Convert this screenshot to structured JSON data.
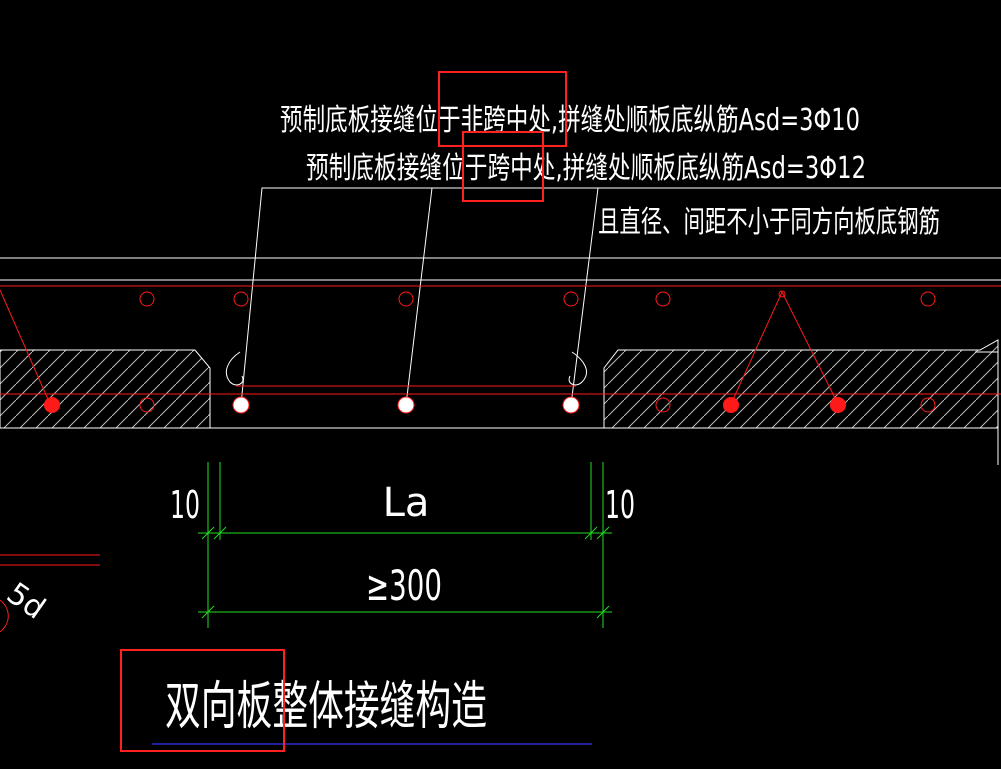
{
  "annotations": {
    "note_line_1": "预制底板接缝位于非跨中处,拼缝处顺板底纵筋Asd=3Φ10",
    "note_line_2": "预制底板接缝位于跨中处,拼缝处顺板底纵筋Asd=3Φ12",
    "note_line_3": "且直径、间距不小于同方向板底钢筋"
  },
  "dimensions": {
    "left_gap": "10",
    "anchorage": "La",
    "right_gap": "10",
    "total_width": "≥300",
    "partial_label": "5d"
  },
  "drawing_title": "双向板整体接缝构造",
  "colors": {
    "background": "#000000",
    "lines": "#ffffff",
    "rebar": "#ff1a1a",
    "dimension": "#22dd22",
    "highlight_box": "#ff2020",
    "title_underline": "#2a2ad0"
  }
}
